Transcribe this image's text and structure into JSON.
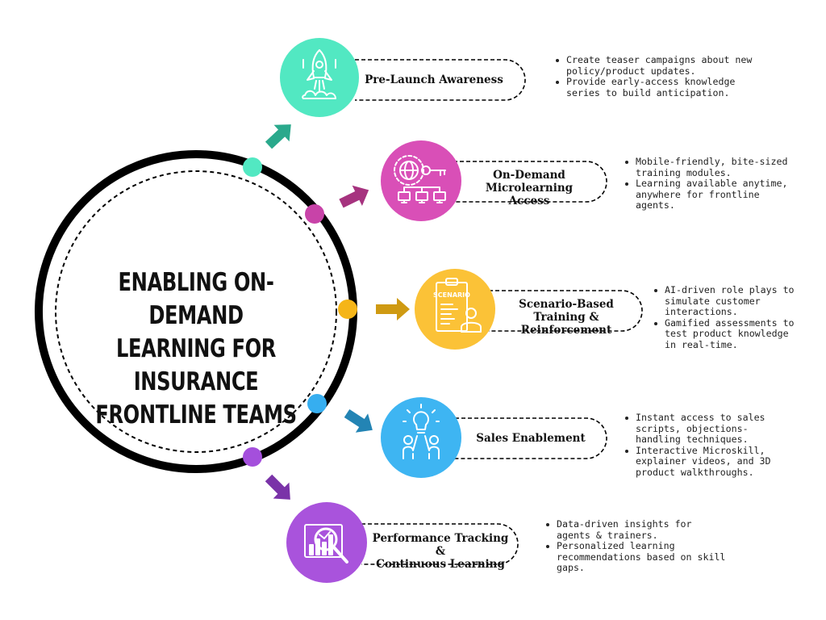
{
  "title_lines": [
    "ENABLING ON-DEMAND",
    "LEARNING FOR INSURANCE",
    "FRONTLINE TEAMS"
  ],
  "stages": [
    {
      "label_lines": [
        "Pre-Launch Awareness"
      ],
      "color": "#52e8c2",
      "dot_color": "#52e8c2",
      "arrow_color": "#2aa98c",
      "icon": "rocket-icon",
      "bullets": [
        "Create teaser campaigns about new policy/product updates.",
        "Provide early-access knowledge series to build anticipation."
      ]
    },
    {
      "label_lines": [
        "On-Demand Microlearning",
        "Access"
      ],
      "color": "#d94fb7",
      "dot_color": "#c843a8",
      "arrow_color": "#a6337f",
      "icon": "globe-key-network-icon",
      "bullets": [
        "Mobile-friendly, bite-sized training modules.",
        "Learning available anytime, anywhere for frontline agents."
      ]
    },
    {
      "label_lines": [
        "Scenario-Based Training &",
        "Reinforcement"
      ],
      "color": "#fbc237",
      "dot_color": "#f5b518",
      "arrow_color": "#cf9a12",
      "icon": "scenario-clipboard-icon",
      "icon_text": "SCENARIO",
      "bullets": [
        "AI-driven role plays to simulate customer interactions.",
        "Gamified assessments to test product knowledge in real-time."
      ]
    },
    {
      "label_lines": [
        "Sales Enablement"
      ],
      "color": "#3eb5f2",
      "dot_color": "#36aef0",
      "arrow_color": "#2384b4",
      "icon": "idea-teamwork-icon",
      "bullets": [
        "Instant access to sales scripts, objections-handling techniques.",
        "Interactive Microskill, explainer videos, and 3D product walkthroughs."
      ]
    },
    {
      "label_lines": [
        "Performance Tracking &",
        "Continuous Learning"
      ],
      "color": "#a953dc",
      "dot_color": "#a44fdc",
      "arrow_color": "#7a33a8",
      "icon": "analytics-magnifier-icon",
      "bullets": [
        "Data-driven insights for agents & trainers.",
        "Personalized learning recommendations based on skill gaps."
      ]
    }
  ]
}
